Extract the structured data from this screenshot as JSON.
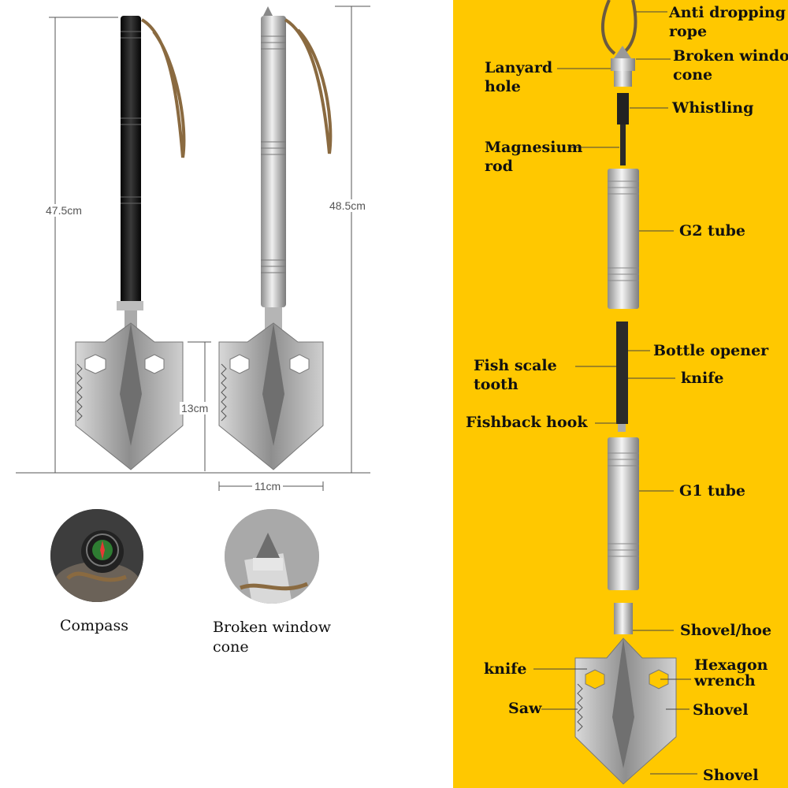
{
  "dimensions": {
    "height_black": "47.5cm",
    "height_silver": "48.5cm",
    "blade_height": "13cm",
    "blade_width": "11cm"
  },
  "captions": {
    "compass": "Compass",
    "broken_window_cone_line1": "Broken window",
    "broken_window_cone_line2": "cone"
  },
  "parts": {
    "anti_dropping_rope": [
      "Anti dropping",
      "rope"
    ],
    "broken_window_cone": [
      "Broken window",
      "cone"
    ],
    "lanyard_hole": [
      "Lanyard",
      "hole"
    ],
    "whistling": "Whistling",
    "magnesium_rod": [
      "Magnesium",
      "rod"
    ],
    "g2_tube": "G2 tube",
    "bottle_opener": "Bottle opener",
    "fish_scale_tooth": [
      "Fish scale",
      "tooth"
    ],
    "knife_upper": "knife",
    "fishback_hook": "Fishback hook",
    "g1_tube": "G1 tube",
    "shovel_hoe": "Shovel/hoe",
    "knife_lower": "knife",
    "hexagon_wrench": [
      "Hexagon",
      "wrench"
    ],
    "saw": "Saw",
    "shovel_side": "Shovel",
    "shovel_bottom": "Shovel"
  },
  "colors": {
    "right_background": "#ffc800",
    "black_handle": "#1a1a1a",
    "silver": "#c8c8c8",
    "rope": "#8a6a40"
  },
  "icons": [
    "compass-icon",
    "window-breaker-cone-icon"
  ]
}
